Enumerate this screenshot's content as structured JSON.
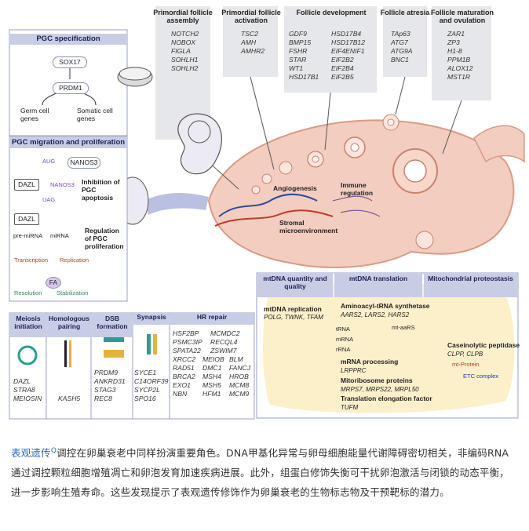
{
  "figure": {
    "pgc_spec": {
      "title": "PGC specification",
      "sox17": "SOX17",
      "prdm1": "PRDM1",
      "germ_genes": "Germ cell genes",
      "somatic_genes": "Somatic cell genes"
    },
    "pgc_migration": {
      "title": "PGC migration and proliferation",
      "nanos3": "NANOS3",
      "aug": "AUG",
      "uag": "UAG",
      "nanos3_label": "NANOS3",
      "dazl_1": "DAZL",
      "dazl_2": "DAZL",
      "inhibition": "Inhibition of PGC apoptosis",
      "pre_mirna": "pre-miRNA",
      "mirna": "miRNA",
      "regulation": "Regulation of PGC proliferation",
      "transcription": "Transcription",
      "replication": "Replication",
      "fa": "FA",
      "resolution": "Resolution",
      "stabilization": "Stabilization"
    },
    "stages": [
      {
        "title": "Primordial follicle assembly",
        "genes": [
          "NOTCH2",
          "NOBOX",
          "FIGLA",
          "SOHLH1",
          "SOHLH2"
        ]
      },
      {
        "title": "Primordial follicle activation",
        "genes": [
          "TSC2",
          "AMH",
          "AMHR2"
        ]
      },
      {
        "title": "Follicle development",
        "genes": [
          "GDF9",
          "BMP15",
          "FSHR",
          "STAR",
          "WT1",
          "HSD17B1",
          "HSD17B4",
          "HSD17B12",
          "EIF4ENIF1",
          "EIF2B2",
          "EIF2B4",
          "EIF2B5"
        ]
      },
      {
        "title": "Follicle atresia",
        "genes": [
          "TAp63",
          "ATG7",
          "ATG9A",
          "BNC1"
        ]
      },
      {
        "title": "Follicle maturation and ovulation",
        "genes": [
          "ZAR1",
          "ZP3",
          "H1-8",
          "PPM1B",
          "ALOX12",
          "MST1R"
        ]
      }
    ],
    "ovary_labels": {
      "angiogenesis": "Angiogenesis",
      "immune": "Immune regulation",
      "stromal": "Stromal microenvironment"
    },
    "meiosis": {
      "cols": [
        {
          "title": "Meiosis initiation",
          "genes": [
            "DAZL",
            "STRA8",
            "MEIOSIN"
          ]
        },
        {
          "title": "Homologous pairing",
          "genes": [
            "KASH5"
          ]
        },
        {
          "title": "DSB formation",
          "genes": [
            "PRDM9",
            "ANKRD31",
            "STAG3",
            "REC8"
          ]
        },
        {
          "title": "Synapsis",
          "genes": [
            "SYCE1",
            "C14ORF39",
            "SYCP2L",
            "SPO16"
          ]
        },
        {
          "title": "HR repair",
          "genes": [
            "HSF2BP",
            "MCMDC2",
            "PSMC3IP",
            "RECQL4",
            "SPATA22",
            "ZSWIM7",
            "XRCC2",
            "MEIOB",
            "BLM",
            "RAD51",
            "DMC1",
            "FANCJ",
            "BRCA2",
            "MSH4",
            "HROB",
            "EXO1",
            "MSH5",
            "MCM8",
            "NBN",
            "HFM1",
            "MCM9"
          ]
        }
      ]
    },
    "mito": {
      "h1": "mtDNA quantity and quality",
      "h2": "mtDNA translation",
      "h3": "Mitochondrial proteostasis",
      "replication": "mtDNA replication",
      "replication_genes": "POLG, TWNK, TFAM",
      "trna_synth": "Aminoacyl-tRNA synthetase",
      "trna_synth_genes": "AARS2, LARS2, HARS2",
      "trna": "tRNA",
      "mrna": "mRNA",
      "rrna": "rRNA",
      "mt_aars": "mt-aaRS",
      "processing": "mRNA processing",
      "processing_genes": "LRPPRC",
      "ribo": "Mitoribosome proteins",
      "ribo_genes": "MRPS7, MRPS22, MRPL50",
      "elong": "Translation elongation factor",
      "elong_genes": "TUFM",
      "peptidase": "Caseinolytic peptidase",
      "peptidase_genes": "CLPP, CLPB",
      "mt_protein": "mt-Protein",
      "etc": "ETC complex"
    }
  },
  "caption": {
    "lead": "表观遗传",
    "sup": "Q",
    "text": "调控在卵巢衰老中同样扮演重要角色。DNA甲基化异常与卵母细胞能量代谢障碍密切相关，非编码RNA通过调控颗粒细胞增殖凋亡和卵泡发育加速疾病进展。此外，组蛋白修饰失衡可干扰卵泡激活与闭锁的动态平衡，进一步影响生殖寿命。这些发现提示了表观遗传修饰作为卵巢衰老的生物标志物及干预靶标的潜力。"
  },
  "colors": {
    "header_bg": "#c8cde6",
    "stage_bg": "#e6e7ea",
    "ovary": "#f3cdbf",
    "accent_blue": "#2b6cb0"
  }
}
